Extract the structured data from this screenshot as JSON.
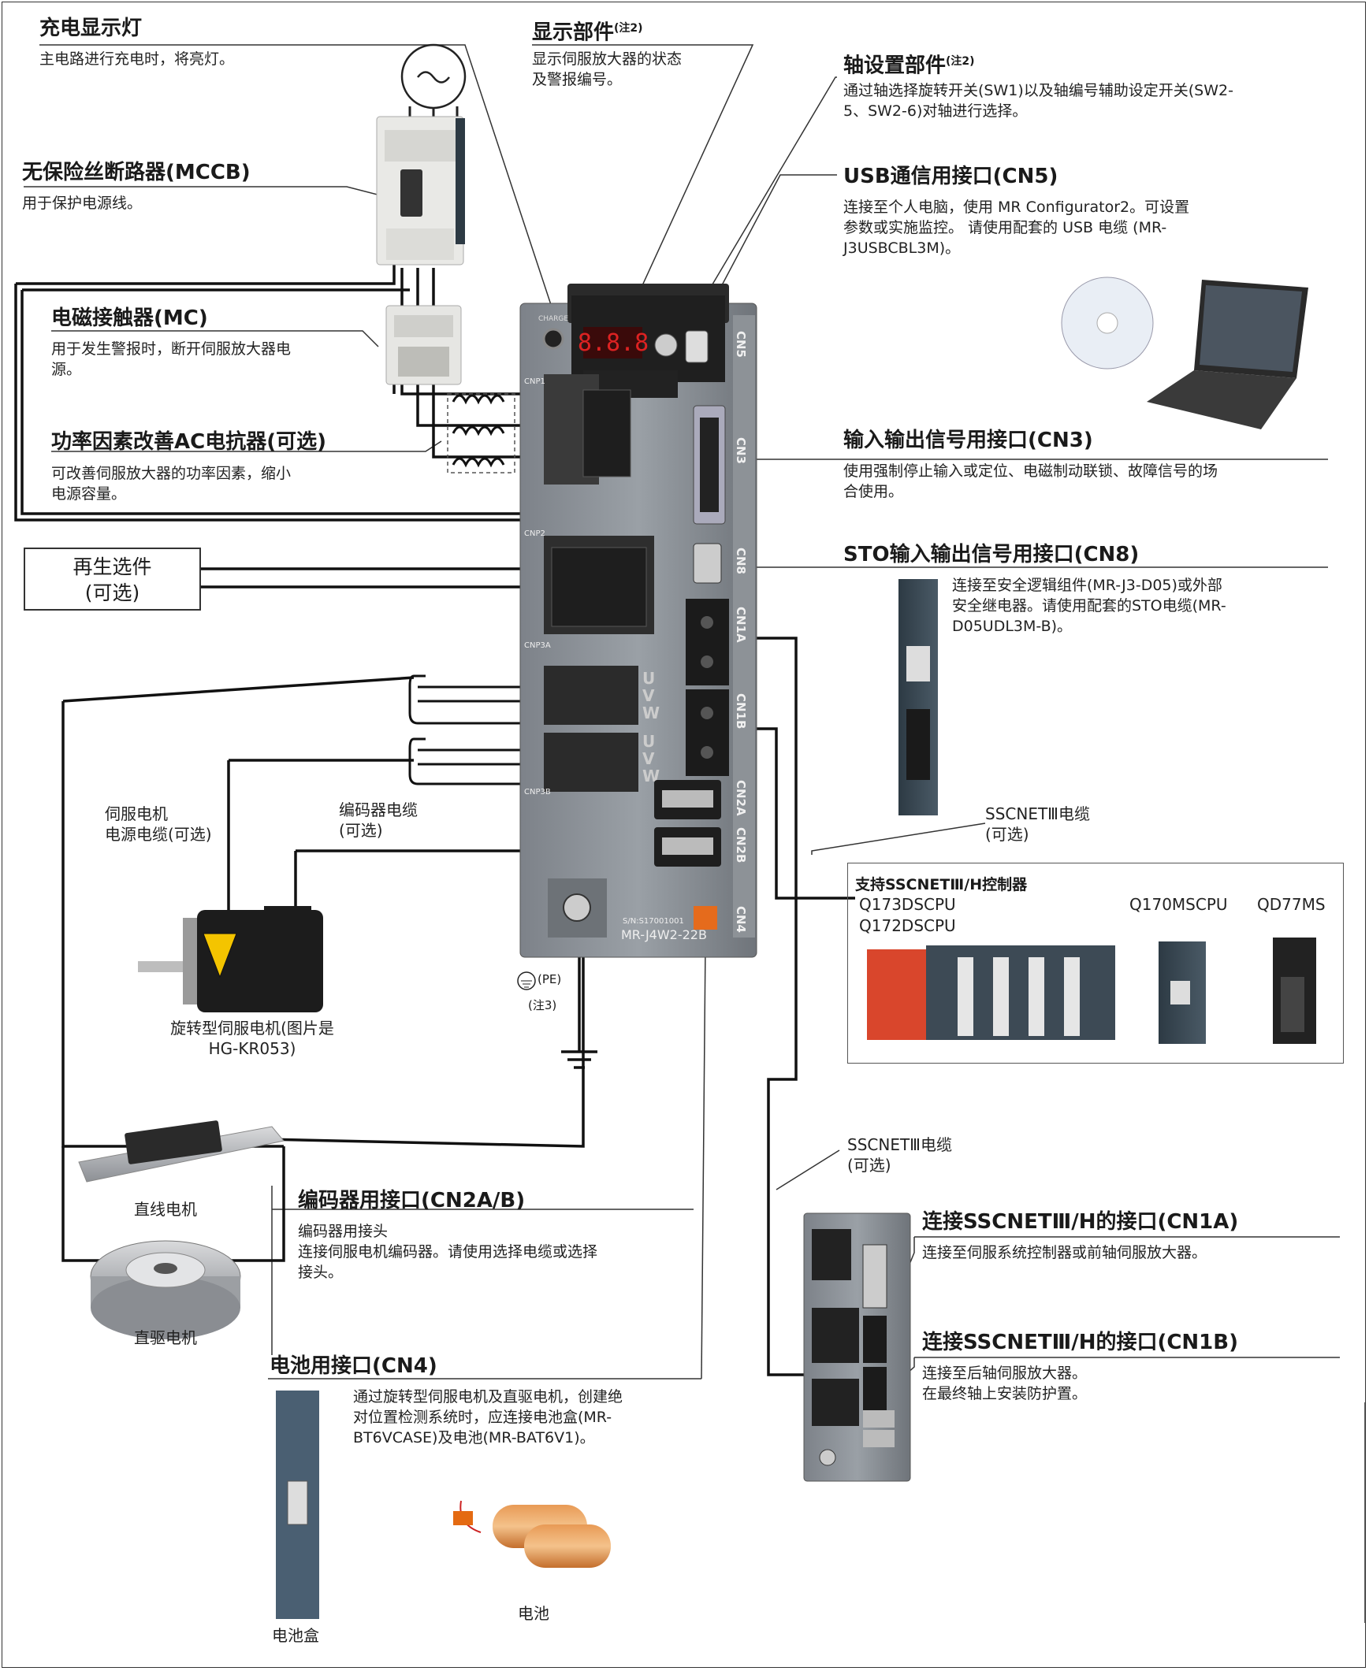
{
  "charge_lamp": {
    "title": "充电显示灯",
    "desc": "主电路进行充电时，将亮灯。"
  },
  "display": {
    "title": "显示部件",
    "note": "(注2)",
    "desc": [
      "显示伺服放大器的状态",
      "及警报编号。"
    ]
  },
  "axis_setting": {
    "title": "轴设置部件",
    "note": "(注2)",
    "desc": [
      "通过轴选择旋转开关(SW1)以及轴编号辅助设定开关(SW2-",
      "5、SW2-6)对轴进行选择。"
    ]
  },
  "usb": {
    "title": "USB通信用接口(CN5)",
    "desc": [
      "连接至个人电脑，使用 MR Configurator2。可设置",
      "参数或实施监控。  请使用配套的 USB 电缆 (MR-",
      "J3USBCBL3M)。"
    ]
  },
  "mccb": {
    "title": "无保险丝断路器(MCCB)",
    "desc": "用于保护电源线。"
  },
  "mc": {
    "title": "电磁接触器(MC)",
    "desc": [
      "用于发生警报时，断开伺服放大器电",
      "源。"
    ]
  },
  "reactor": {
    "title": "功率因素改善AC电抗器(可选)",
    "desc": [
      "可改善伺服放大器的功率因素，缩小",
      "电源容量。"
    ]
  },
  "cn3": {
    "title": "输入输出信号用接口(CN3)",
    "desc": [
      "使用强制停止输入或定位、电磁制动联锁、故障信号的场",
      "合使用。"
    ]
  },
  "cn8": {
    "title": "STO输入输出信号用接口(CN8)",
    "desc": [
      "连接至安全逻辑组件(MR-J3-D05)或外部",
      "安全继电器。请使用配套的STO电缆(MR-",
      "D05UDL3M-B)。"
    ]
  },
  "regen": {
    "line1": "再生选件",
    "line2": "(可选)"
  },
  "servo_power_cable": {
    "line1": "伺服电机",
    "line2": "电源电缆(可选)"
  },
  "encoder_cable": {
    "line1": "编码器电缆",
    "line2": "(可选)"
  },
  "rotary_motor": {
    "line1": "旋转型伺服电机(图片是",
    "line2": "HG-KR053)"
  },
  "pe": {
    "label": "(PE)",
    "note": "(注3)"
  },
  "sscnet_cable_1": {
    "line1": "SSCNETⅢ电缆",
    "line2": "(可选)"
  },
  "controllers": {
    "title": "支持SSCNETⅢ/H控制器",
    "items": [
      "Q173DSCPU",
      "Q172DSCPU",
      "Q170MSCPU",
      "QD77MS"
    ]
  },
  "sscnet_cable_2": {
    "line1": "SSCNETⅢ电缆",
    "line2": "(可选)"
  },
  "linear_motor": {
    "label": "直线电机"
  },
  "dd_motor": {
    "label": "直驱电机"
  },
  "cn2": {
    "title": "编码器用接口(CN2A/B)",
    "desc": [
      "编码器用接头",
      "连接伺服电机编码器。请使用选择电缆或选择",
      "接头。"
    ]
  },
  "cn1a": {
    "title": "连接SSCNETⅢ/H的接口(CN1A)",
    "desc": "连接至伺服系统控制器或前轴伺服放大器。"
  },
  "cn1b": {
    "title": "连接SSCNETⅢ/H的接口(CN1B)",
    "desc": [
      "连接至后轴伺服放大器。",
      "在最终轴上安装防护置。"
    ]
  },
  "cn4": {
    "title": "电池用接口(CN4)",
    "desc": [
      "通过旋转型伺服电机及直驱电机，创建绝",
      "对位置检测系统时，应连接电池盒(MR-",
      "BT6VCASE)及电池(MR-BAT6V1)。"
    ]
  },
  "battery_box": {
    "label": "电池盒"
  },
  "battery": {
    "label": "电池"
  },
  "amp": {
    "model": "MR-J4W2-22B",
    "serial": "S/N:S17001001",
    "charge": "CHARGE",
    "ports": {
      "cn5": "CN5",
      "cn3": "CN3",
      "cn8": "CN8",
      "cn1a": "CN1A",
      "cn1b": "CN1B",
      "cn2a": "CN2A",
      "cn2b": "CN2B",
      "cn4": "CN4",
      "cnp1": "CNP1",
      "cnp2": "CNP2",
      "cnp3a": "CNP3A",
      "cnp3b": "CNP3B"
    },
    "uvw": [
      "U",
      "V",
      "W"
    ],
    "display": "8.8.8"
  }
}
